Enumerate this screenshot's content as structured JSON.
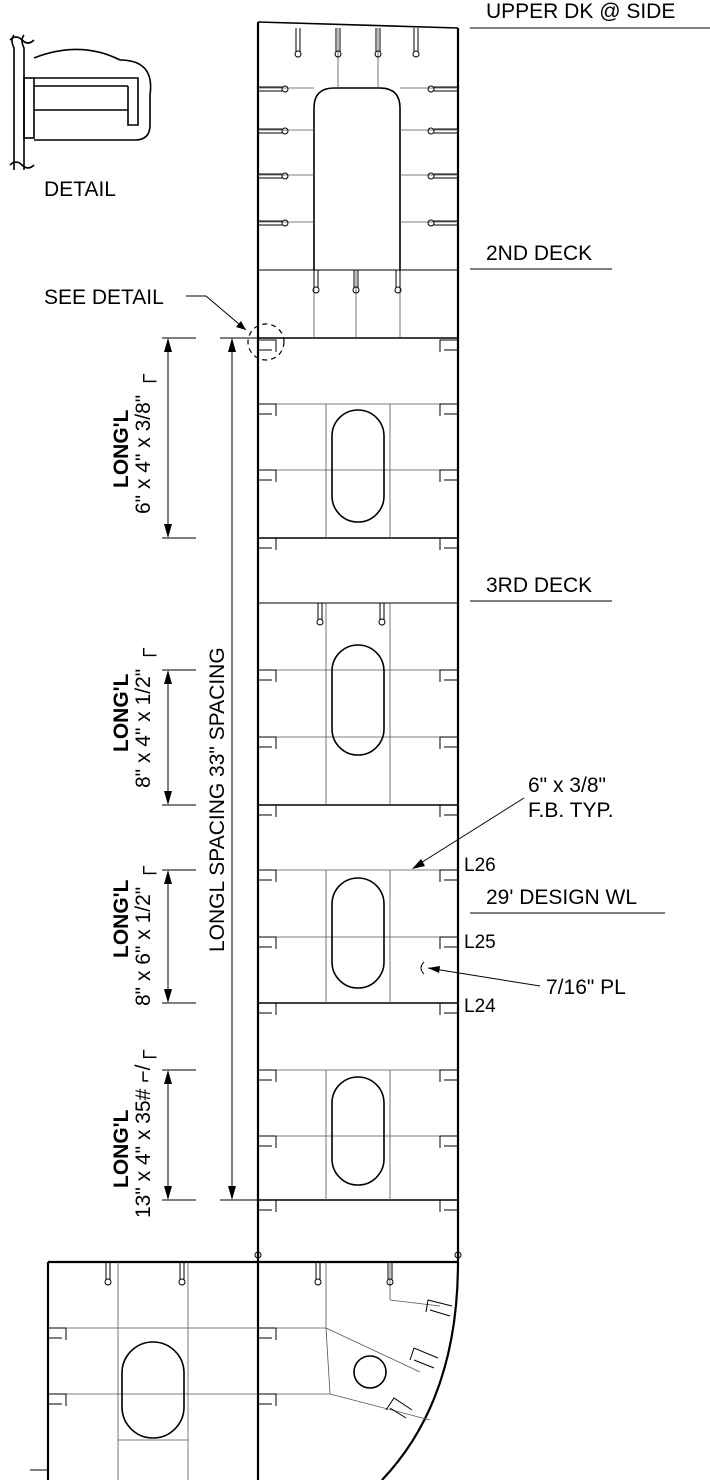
{
  "deck_labels": {
    "upper_deck": "UPPER DK @ SIDE",
    "second_deck": "2ND DECK",
    "third_deck": "3RD DECK",
    "design_wl": "29' DESIGN WL"
  },
  "detail": {
    "title": "DETAIL",
    "callout": "SEE DETAIL"
  },
  "longitudinals": [
    {
      "title": "LONG'L",
      "size": "6\" x 4\" x 3/8\"",
      "shape": "┌"
    },
    {
      "title": "LONG'L",
      "size": "8\" x 4\" x 1/2\"",
      "shape": "┌"
    },
    {
      "title": "LONG'L",
      "size": "8\" x 6\" x 1/2\"",
      "shape": "┌"
    },
    {
      "title": "LONG'L",
      "size": "13\" x 4\" x 35#",
      "shape": "⌐/┌"
    }
  ],
  "spacing_label": "LONGL SPACING 33\" SPACING",
  "notes": {
    "flat_bar_line1": "6\" x 3/8\"",
    "flat_bar_line2": "F.B. TYP.",
    "plate": "7/16\" PL"
  },
  "long_numbers": [
    "L26",
    "L25",
    "L24"
  ]
}
